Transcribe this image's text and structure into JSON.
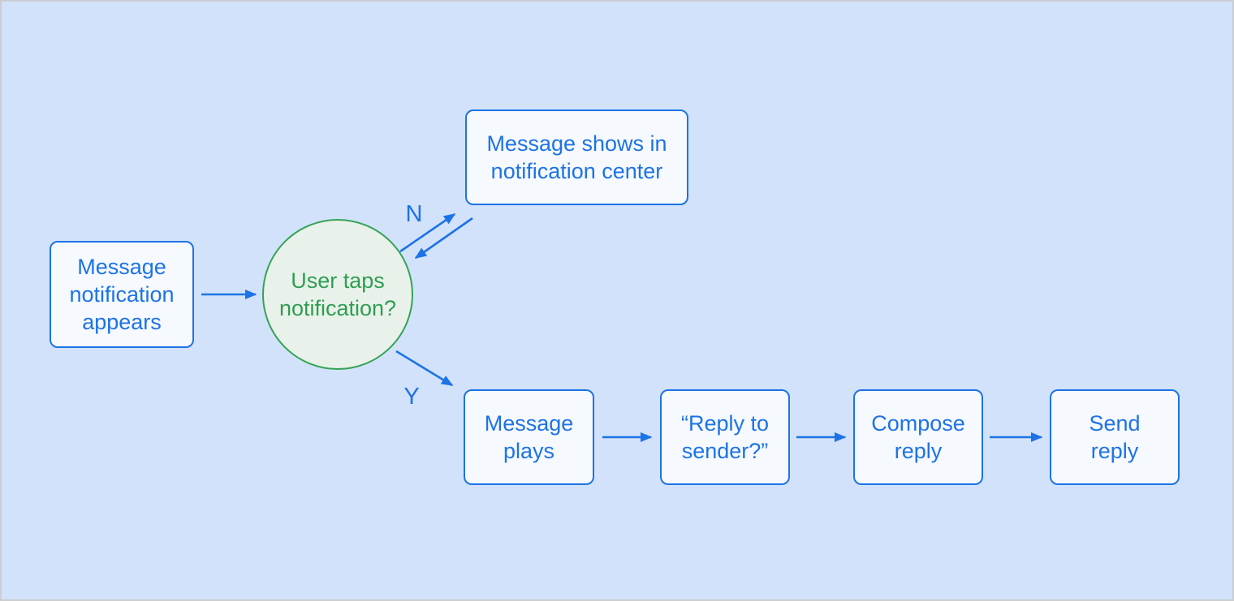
{
  "colors": {
    "background": "#d2e2fa",
    "frame_border": "#cbcdd0",
    "node_border_blue": "#1d73e6",
    "node_fill": "#f6f9fd",
    "node_text_blue": "#1d73e6",
    "decision_border_green": "#35a356",
    "decision_fill_green": "#e9f2ea",
    "decision_text_green": "#2f9e52",
    "arrow_color": "#1d73e6"
  },
  "flowchart": {
    "nodes": {
      "start": "Message\nnotification\nappears",
      "decision": "User taps\nnotification?",
      "notification_center": "Message shows in\nnotification center",
      "message_plays": "Message\nplays",
      "reply_to_sender": "“Reply to\nsender?”",
      "compose_reply": "Compose\nreply",
      "send_reply": "Send\nreply"
    },
    "edge_labels": {
      "no": "N",
      "yes": "Y"
    }
  }
}
